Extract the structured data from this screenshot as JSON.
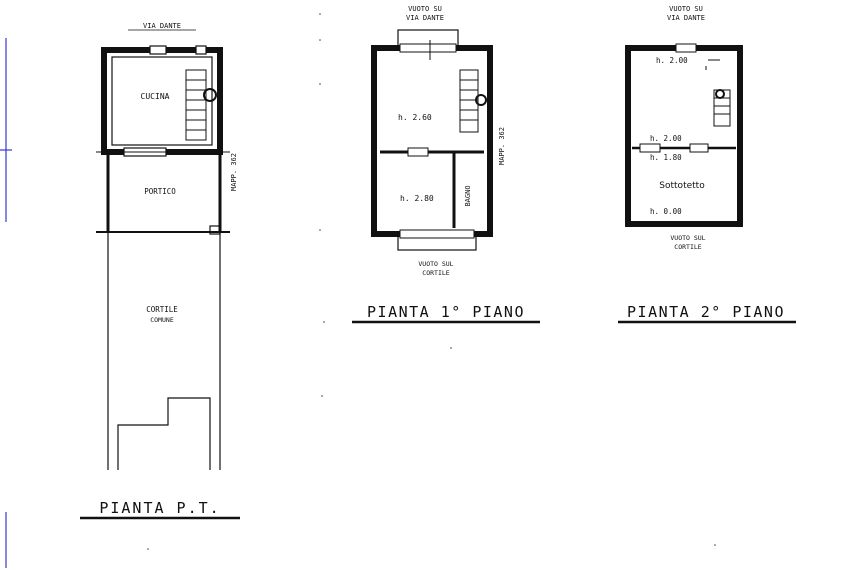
{
  "ground_floor": {
    "street_label": "VIA DANTE",
    "room_kitchen": "CUCINA",
    "room_porch": "PORTICO",
    "courtyard_line1": "CORTILE",
    "courtyard_line2": "COMUNE",
    "mapp_label": "MAPP. 362",
    "title": "PIANTA   P.T."
  },
  "first_floor": {
    "top_line1": "VUOTO SU",
    "top_line2": "VIA DANTE",
    "height_main": "h. 2.60",
    "height_lower": "h. 2.80",
    "room_bath": "BAGNO",
    "mapp_label": "MAPP. 362",
    "bottom_line1": "VUOTO SUL",
    "bottom_line2": "CORTILE",
    "title": "PIANTA  1° PIANO"
  },
  "second_floor": {
    "top_line1": "VUOTO SU",
    "top_line2": "VIA DANTE",
    "height_top": "h. 2.00",
    "height_mid1": "h. 2.00",
    "height_mid2": "h. 1.80",
    "room_attic": "Sottotetto",
    "height_bottom": "h. 0.00",
    "bottom_line1": "VUOTO SUL",
    "bottom_line2": "CORTILE",
    "title": "PIANTA  2° PIANO"
  },
  "colors": {
    "ink": "#111111",
    "margin_mark": "#3a3ad0"
  }
}
